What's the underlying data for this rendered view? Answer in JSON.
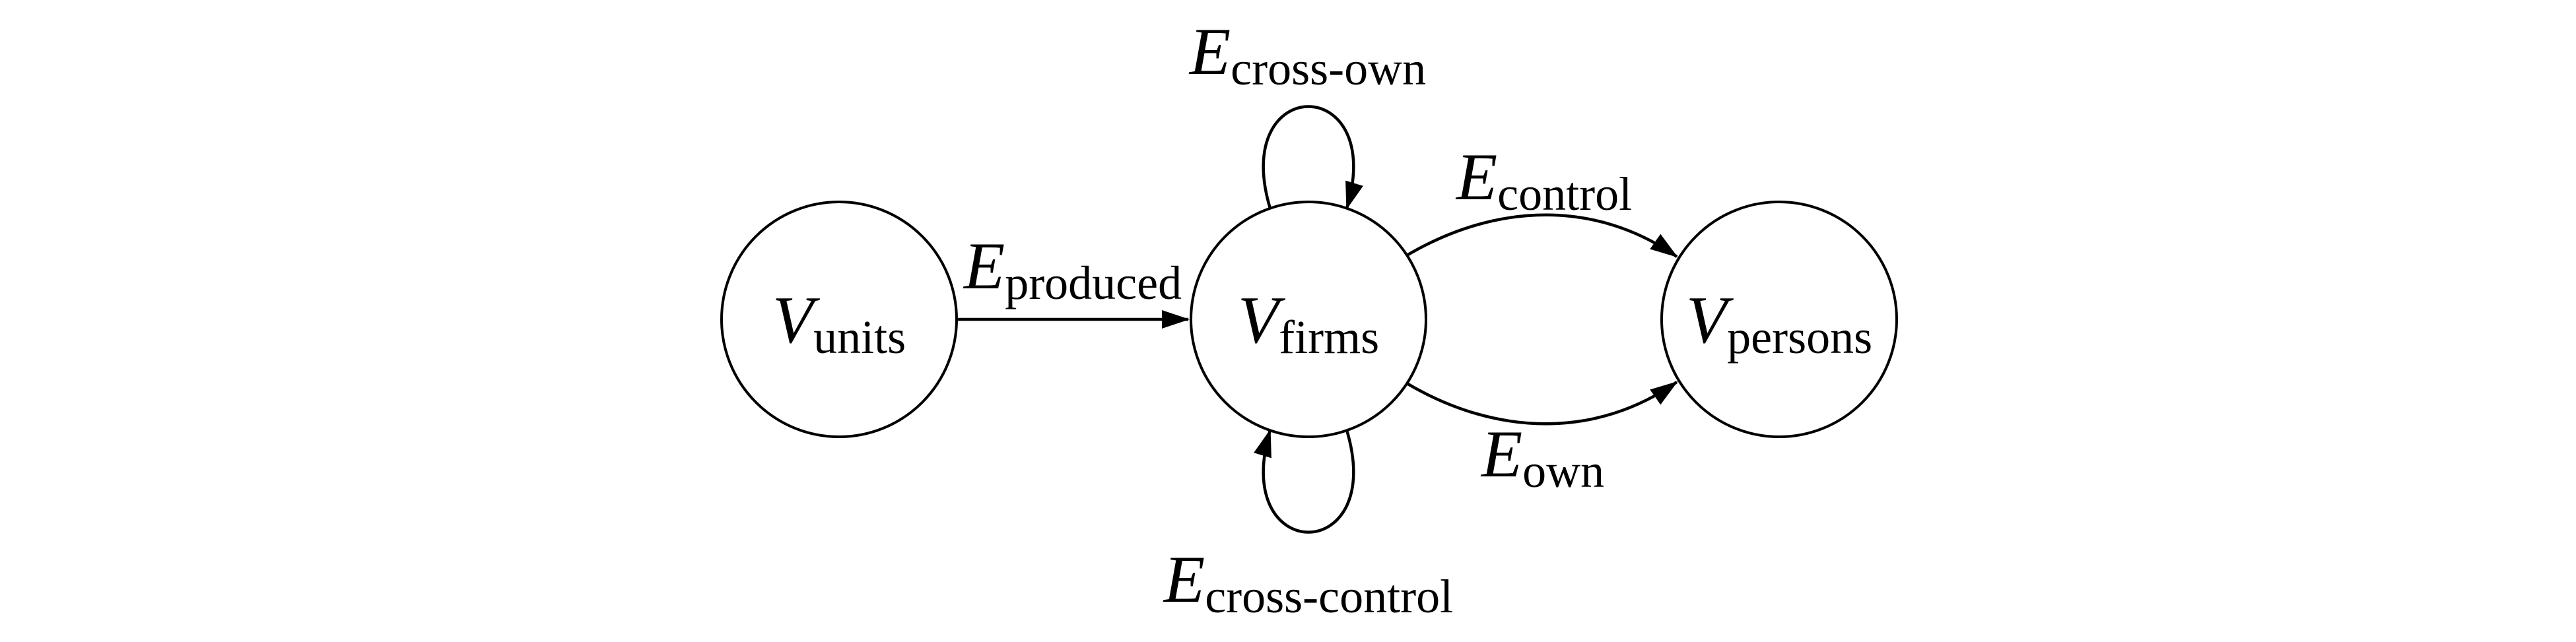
{
  "figure": {
    "background_color": "#ffffff",
    "ink_color": "#000000",
    "nodes": [
      {
        "id": "units",
        "symbol": "V",
        "subscript": "units"
      },
      {
        "id": "firms",
        "symbol": "V",
        "subscript": "firms"
      },
      {
        "id": "persons",
        "symbol": "V",
        "subscript": "persons"
      }
    ],
    "edges": [
      {
        "id": "produced",
        "symbol": "E",
        "subscript": "produced",
        "from": "units",
        "to": "firms",
        "shape": "straight-arrow"
      },
      {
        "id": "cross-own",
        "symbol": "E",
        "subscript": "cross-own",
        "from": "firms",
        "to": "firms",
        "shape": "self-loop-top"
      },
      {
        "id": "control",
        "symbol": "E",
        "subscript": "control",
        "from": "firms",
        "to": "persons",
        "shape": "arc-up"
      },
      {
        "id": "own",
        "symbol": "E",
        "subscript": "own",
        "from": "firms",
        "to": "persons",
        "shape": "arc-down"
      },
      {
        "id": "cross-control",
        "symbol": "E",
        "subscript": "cross-control",
        "from": "firms",
        "to": "firms",
        "shape": "self-loop-bottom"
      }
    ]
  }
}
